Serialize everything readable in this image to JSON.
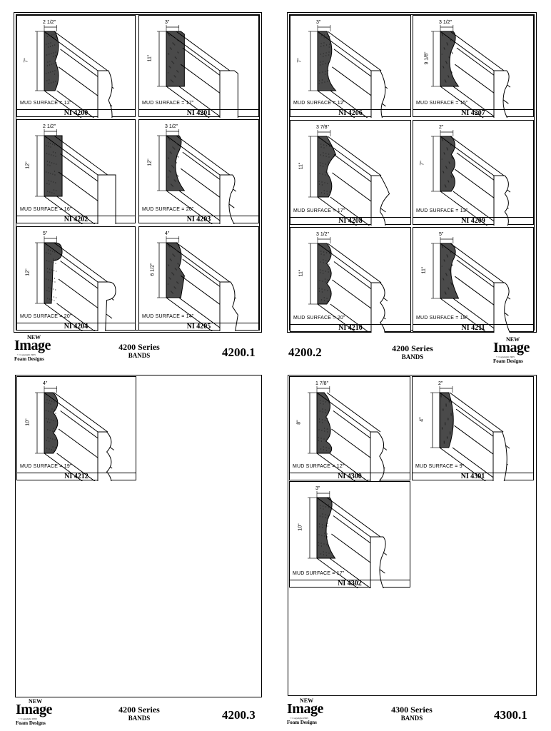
{
  "panels": [
    {
      "page_number": "4200.1",
      "series_title": "4200 Series",
      "series_subtitle": "BANDS",
      "items": [
        {
          "code": "NI 4200",
          "mud": "MUD SURFACE = 12\"",
          "width": "2 1/2\"",
          "height": "7\""
        },
        {
          "code": "NI 4201",
          "mud": "MUD SURFACE = 17\"",
          "width": "3\"",
          "height": "11\""
        },
        {
          "code": "NI 4202",
          "mud": "MUD SURFACE = 16\"",
          "width": "2 1/2\"",
          "height": "12\""
        },
        {
          "code": "NI 4203",
          "mud": "MUD SURFACE = 20\"",
          "width": "3 1/2\"",
          "height": "12\""
        },
        {
          "code": "NI 4204",
          "mud": "MUD SURFACE = 20\"",
          "width": "5\"",
          "height": "12\""
        },
        {
          "code": "NI 4205",
          "mud": "MUD SURFACE = 14\"",
          "width": "4\"",
          "height": "6 1/2\""
        }
      ]
    },
    {
      "page_number": "4200.2",
      "series_title": "4200 Series",
      "series_subtitle": "BANDS",
      "items": [
        {
          "code": "NI 4206",
          "mud": "MUD SURFACE = 12\"",
          "width": "3\"",
          "height": "7\""
        },
        {
          "code": "NI 4207",
          "mud": "MUD SURFACE = 15\"",
          "width": "3 1/2\"",
          "height": "9 1/8\""
        },
        {
          "code": "NI 4208",
          "mud": "MUD SURFACE = 17\"",
          "width": "3 7/8\"",
          "height": "11\""
        },
        {
          "code": "NI 4209",
          "mud": "MUD SURFACE = 13\"",
          "width": "2\"",
          "height": "7\""
        },
        {
          "code": "NI 4210",
          "mud": "MUD SURFACE = 20\"",
          "width": "3 1/2\"",
          "height": "11\""
        },
        {
          "code": "NI 4211",
          "mud": "MUD SURFACE = 18\"",
          "width": "5\"",
          "height": "11\""
        }
      ]
    },
    {
      "page_number": "4200.3",
      "series_title": "4200 Series",
      "series_subtitle": "BANDS",
      "items": [
        {
          "code": "NI 4212",
          "mud": "MUD SURFACE = 19\"",
          "width": "4\"",
          "height": "10\""
        }
      ]
    },
    {
      "page_number": "4300.1",
      "series_title": "4300 Series",
      "series_subtitle": "BANDS",
      "items": [
        {
          "code": "NI 4300",
          "mud": "MUD SURFACE = 12\"",
          "width": "1 7/8\"",
          "height": "8\""
        },
        {
          "code": "NI 4301",
          "mud": "MUD SURFACE = 9\"",
          "width": "2\"",
          "height": "4\""
        },
        {
          "code": "NI 4302",
          "mud": "MUD SURFACE = 17\"",
          "width": "3\"",
          "height": "10\""
        }
      ]
    }
  ],
  "logo": {
    "new": "NEW",
    "image": "Image",
    "copyright": "© Copyright 1993",
    "foam_designs": "Foam Designs"
  }
}
